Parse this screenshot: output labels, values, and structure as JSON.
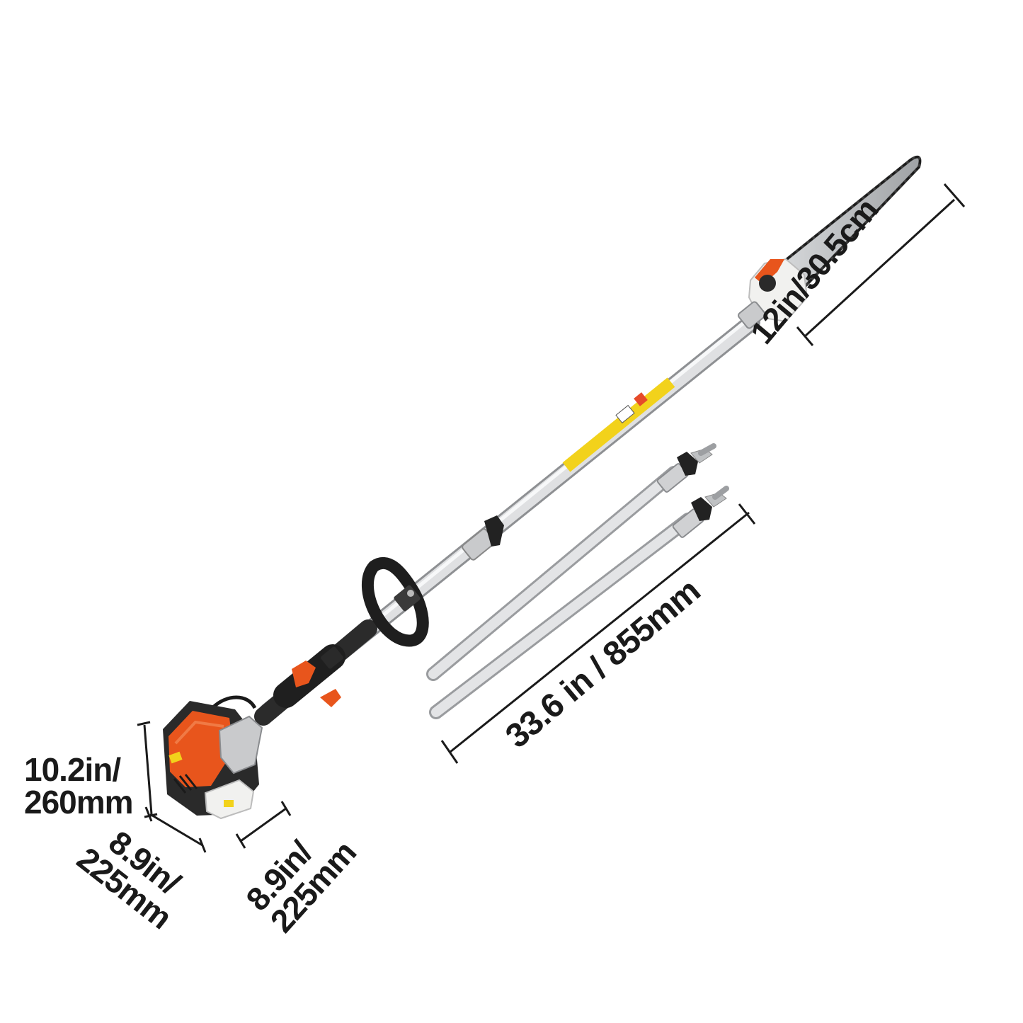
{
  "product": {
    "colors": {
      "engine_orange": "#e8551c",
      "engine_black": "#2a2a2a",
      "shaft_silver": "#d9dadc",
      "warning_yellow": "#f2d21b",
      "chain_bar": "#b5b7b9",
      "dimension_line": "#1a1a1a"
    },
    "parts": {
      "engine_icon": "engine-icon",
      "chainsaw_head_icon": "chainsaw-head-icon",
      "extension_pole_icon": "extension-pole-icon",
      "handle_icon": "loop-handle-icon"
    }
  },
  "dimensions": {
    "chain_bar_length": "12in/30.5cm",
    "extension_pole_length": "33.6 in / 855mm",
    "engine_height": {
      "line1": "10.2in/",
      "line2": "260mm"
    },
    "engine_width": {
      "line1": "8.9in/",
      "line2": "225mm"
    },
    "engine_depth": {
      "line1": "8.9in/",
      "line2": "225mm"
    }
  }
}
